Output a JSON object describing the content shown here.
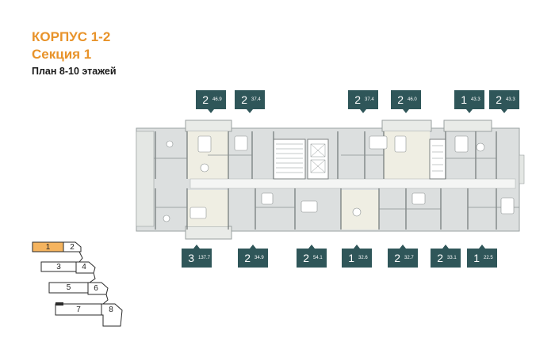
{
  "header": {
    "building": "КОРПУС 1-2",
    "section": "Секция 1",
    "floors": "План 8-10 этажей"
  },
  "colors": {
    "accent": "#e8932a",
    "badge": "#2f5659",
    "active_section": "#f5b45f"
  },
  "apartments_top": [
    {
      "rooms": "2",
      "area": "46.9"
    },
    {
      "rooms": "2",
      "area": "37.4"
    },
    {
      "rooms": "2",
      "area": "37.4"
    },
    {
      "rooms": "2",
      "area": "46.0"
    },
    {
      "rooms": "1",
      "area": "43.3"
    },
    {
      "rooms": "2",
      "area": "43.3"
    }
  ],
  "apartments_bottom": [
    {
      "rooms": "3",
      "area": "137.7"
    },
    {
      "rooms": "2",
      "area": "34.9"
    },
    {
      "rooms": "2",
      "area": "54.1"
    },
    {
      "rooms": "1",
      "area": "32.6"
    },
    {
      "rooms": "2",
      "area": "32.7"
    },
    {
      "rooms": "2",
      "area": "33.1"
    },
    {
      "rooms": "1",
      "area": "22.5"
    }
  ],
  "section_selector": {
    "active": "1",
    "sections": [
      "1",
      "2",
      "3",
      "4",
      "5",
      "6",
      "7",
      "8"
    ]
  }
}
